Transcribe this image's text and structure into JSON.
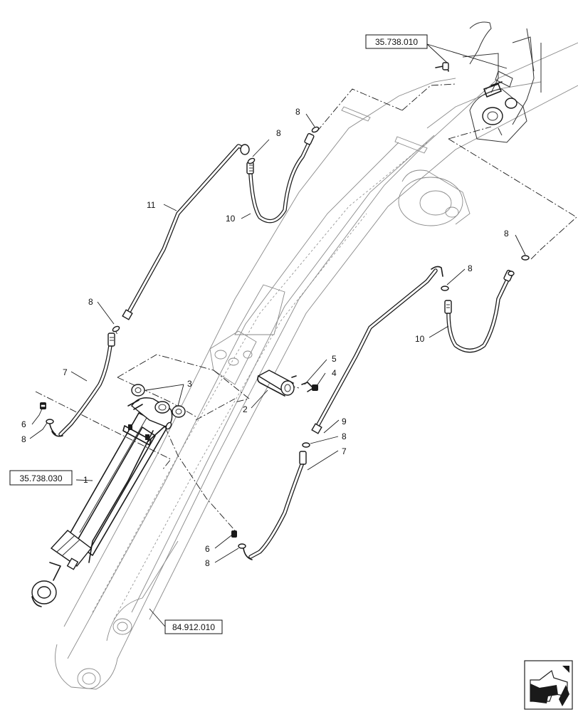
{
  "references": {
    "ref_top": "35.738.010",
    "ref_cylinder": "35.738.030",
    "ref_boom": "84.912.010"
  },
  "callouts": {
    "c1": "1",
    "c2": "2",
    "c3": "3",
    "c4": "4",
    "c5": "5",
    "c6_left": "6",
    "c6_mid": "6",
    "c7_left": "7",
    "c7_right": "7",
    "c8_top": "8",
    "c8_upper_hose": "8",
    "c8_left_tube": "8",
    "c8_left_lower": "8",
    "c8_right_far": "8",
    "c8_right_hose": "8",
    "c8_right_mid": "8",
    "c8_mid_lower": "8",
    "c9": "9",
    "c10_left": "10",
    "c10_right": "10",
    "c11": "11"
  },
  "navigation": {
    "icon": "previous-page-arrow-icon"
  }
}
